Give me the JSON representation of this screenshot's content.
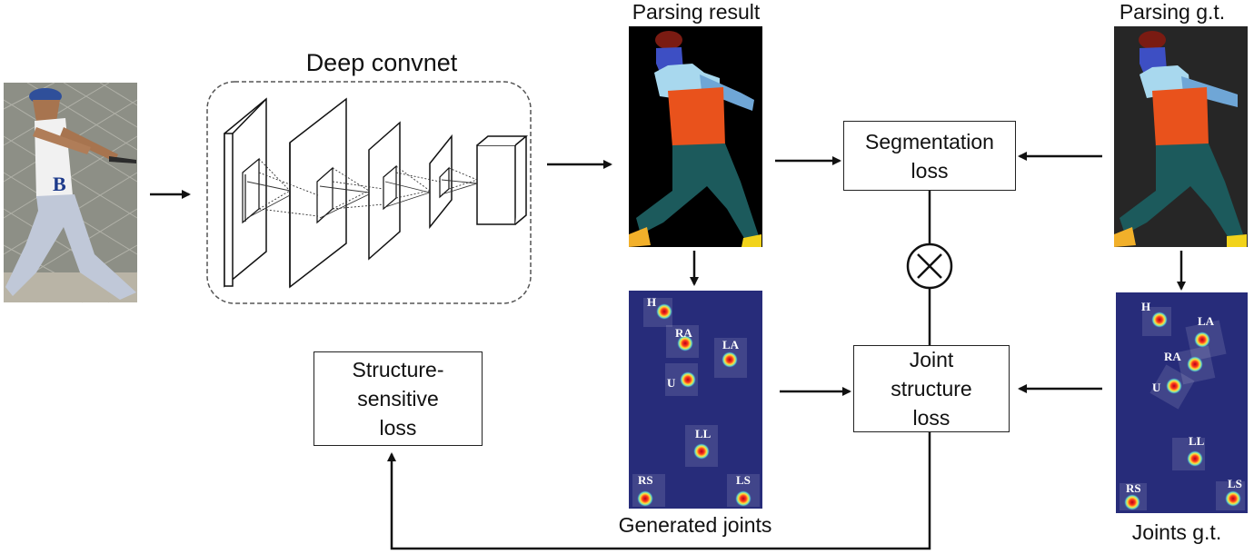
{
  "labels": {
    "deep_convnet": "Deep convnet",
    "parsing_result": "Parsing result",
    "parsing_gt": "Parsing g.t.",
    "generated_joints": "Generated joints",
    "joints_gt": "Joints g.t."
  },
  "boxes": {
    "segmentation_loss": [
      "Segmentation",
      "loss"
    ],
    "joint_structure_loss": [
      "Joint",
      "structure",
      "loss"
    ],
    "structure_sensitive_loss": [
      "Structure-",
      "sensitive",
      "loss"
    ]
  },
  "operator": "⊗",
  "joints_generated": [
    "H",
    "RA",
    "LA",
    "U",
    "LL",
    "RS",
    "LS"
  ],
  "joints_gt": [
    "H",
    "LA",
    "RA",
    "U",
    "LL",
    "RS",
    "LS"
  ],
  "colors": {
    "heatmap_bg": "#272c7a",
    "parsing_bg_pred": "#000000",
    "parsing_bg_gt": "#262626",
    "hat": "#7a1b12",
    "face": "#3d4fc4",
    "upper_clothes": "#e9521c",
    "arm_light": "#a8d8ee",
    "arm": "#6fa6d6",
    "pants": "#1c5a5c",
    "shoes": "#f2b02a"
  }
}
